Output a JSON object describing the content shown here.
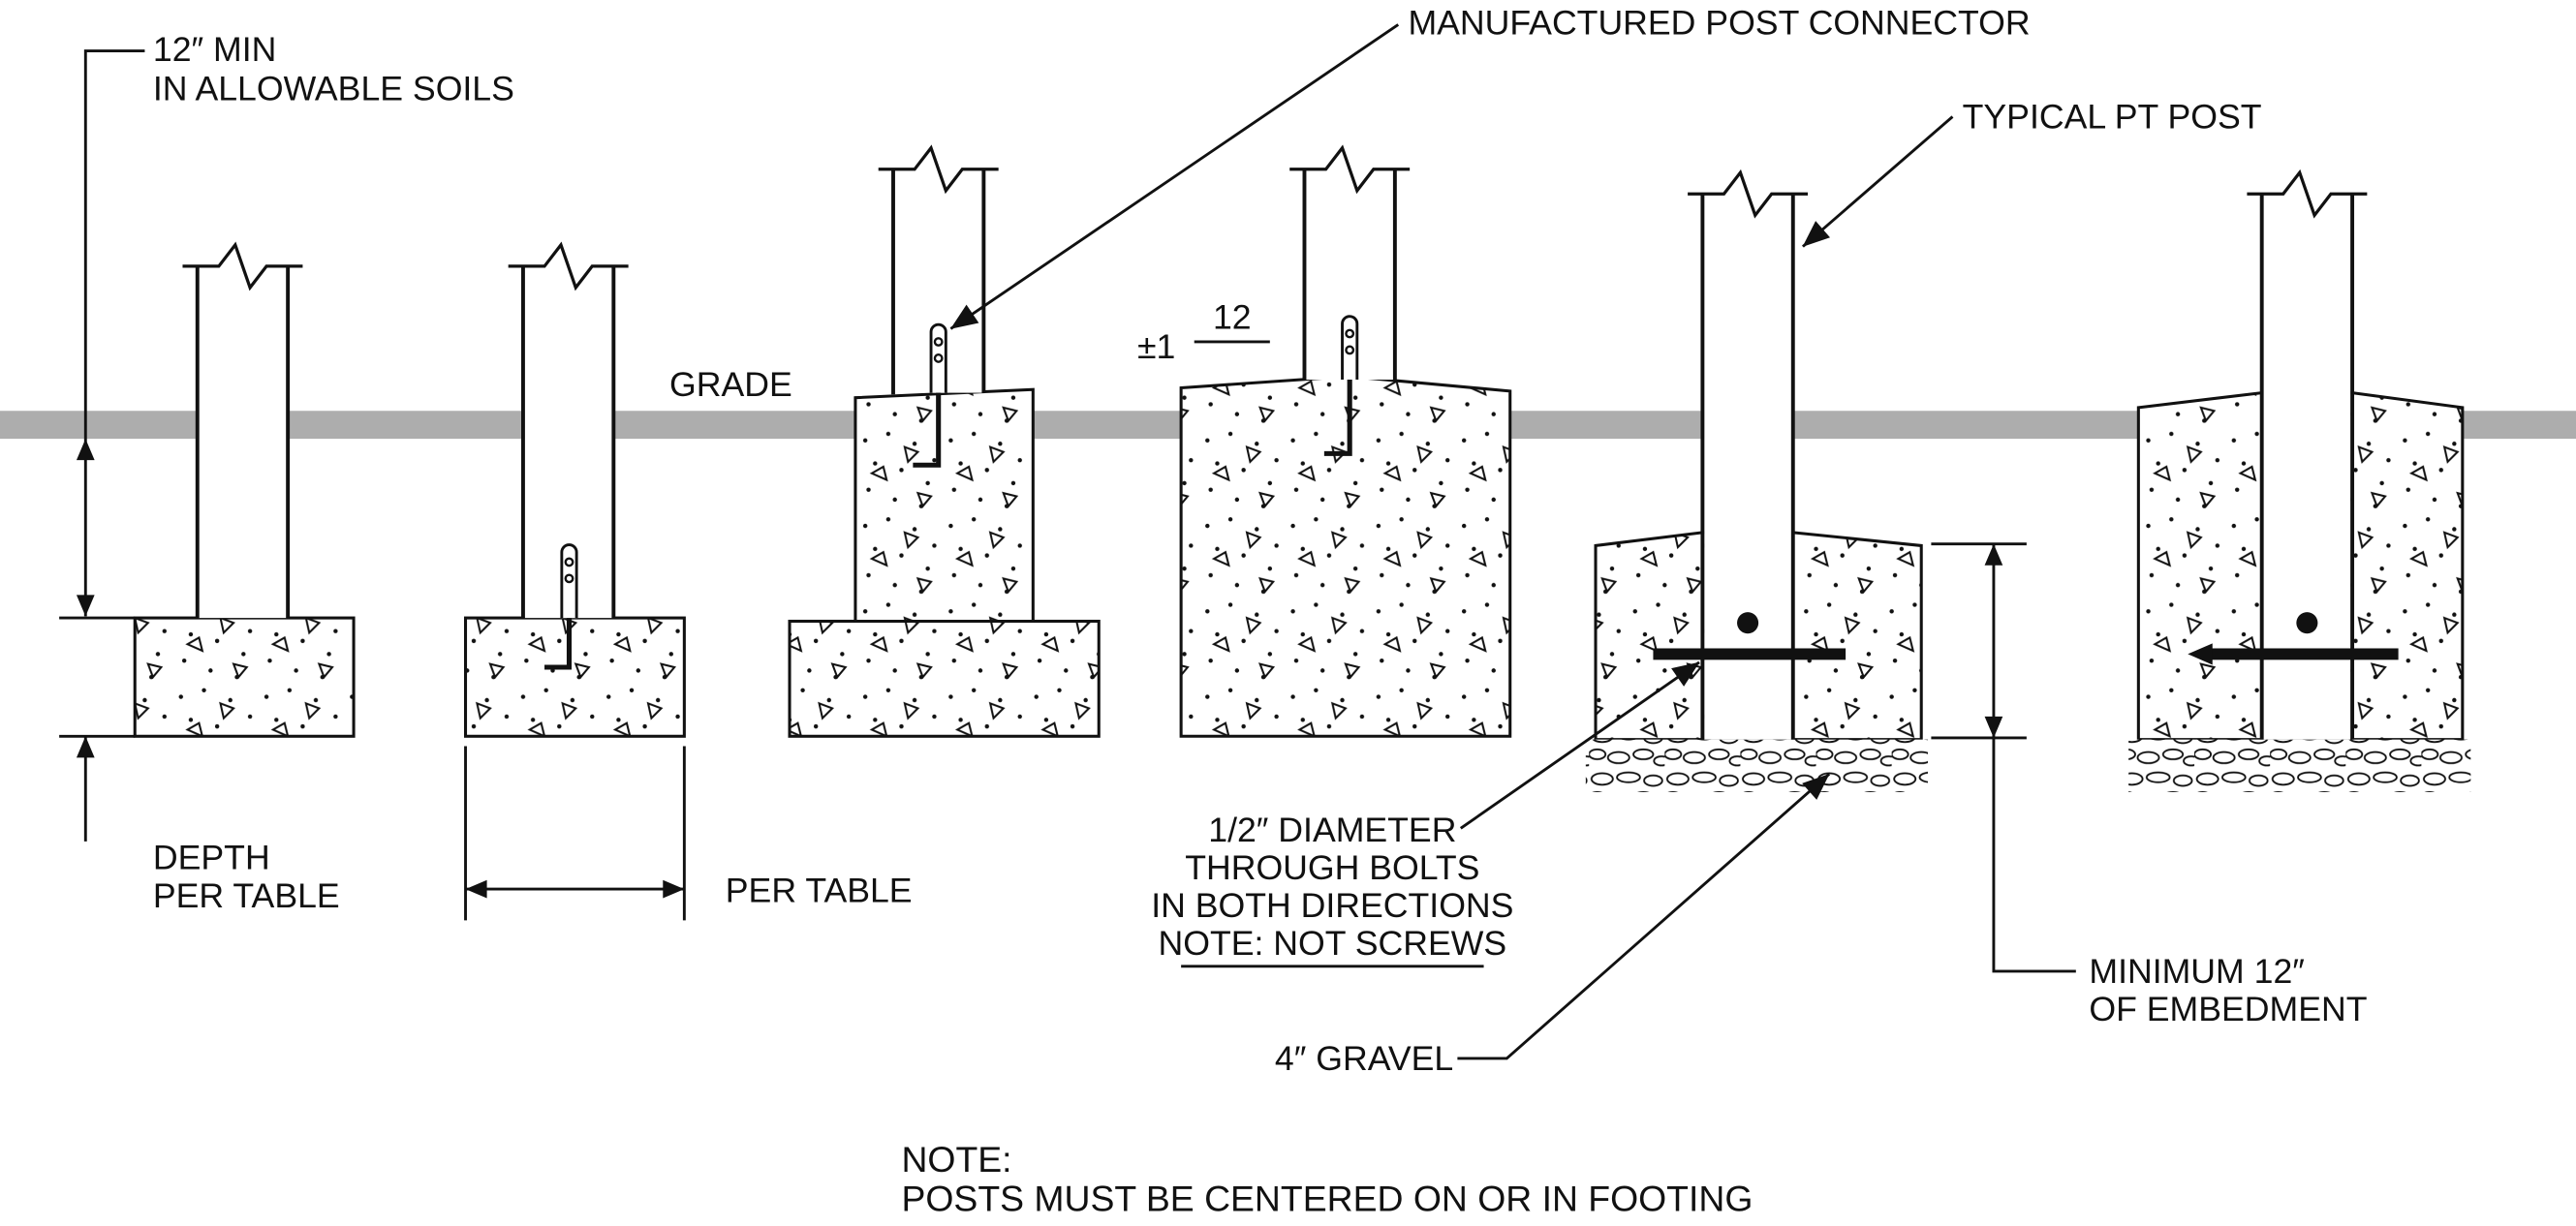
{
  "diagram": {
    "type": "construction-footing-details",
    "grade_band_color": "#adadad",
    "line_color": "#111111",
    "background_color": "#ffffff"
  },
  "labels": {
    "min_depth_line1": "12″ MIN",
    "min_depth_line2": "IN ALLOWABLE SOILS",
    "depth_line1": "DEPTH",
    "depth_line2": "PER TABLE",
    "width_per_table": "PER TABLE",
    "grade": "GRADE",
    "manufactured_post_connector": "MANUFACTURED POST CONNECTOR",
    "typical_pt_post": "TYPICAL PT POST",
    "slope_rise": "±1",
    "slope_run": "12",
    "bolts_line1": "1/2″ DIAMETER",
    "bolts_line2": "THROUGH BOLTS",
    "bolts_line3": "IN BOTH DIRECTIONS",
    "bolts_line4": "NOTE: NOT SCREWS",
    "gravel": "4″ GRAVEL",
    "embedment_line1": "MINIMUM 12″",
    "embedment_line2": "OF EMBEDMENT",
    "note_line1": "NOTE:",
    "note_line2": "POSTS MUST BE CENTERED ON OR IN FOOTING"
  }
}
